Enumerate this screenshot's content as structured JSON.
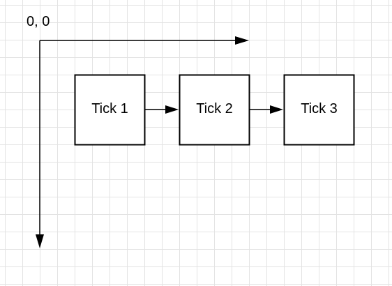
{
  "origin": {
    "label": "0, 0"
  },
  "ticks": [
    {
      "label": "Tick 1"
    },
    {
      "label": "Tick 2"
    },
    {
      "label": "Tick 3"
    }
  ],
  "colors": {
    "background": "#ffffff",
    "grid": "#e3e3e3",
    "stroke": "#000000",
    "text": "#000000"
  }
}
